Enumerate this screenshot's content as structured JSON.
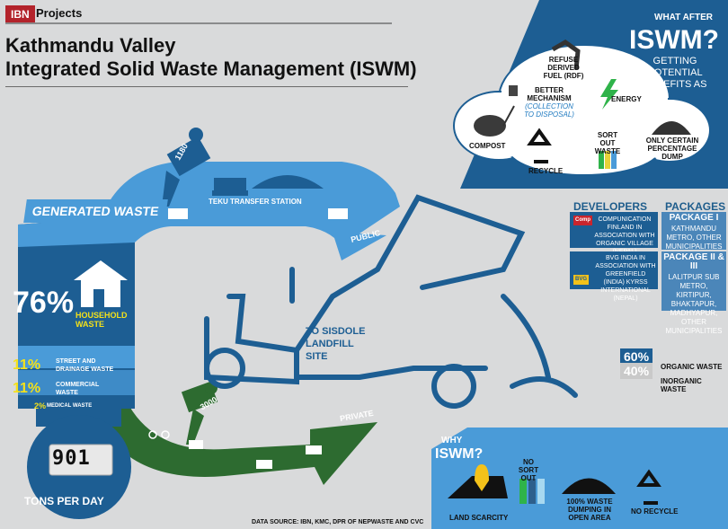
{
  "header": {
    "brand": "IBN",
    "section": "Projects"
  },
  "title": {
    "line1": "Kathmandu Valley",
    "line2": "Integrated Solid Waste Management (ISWM)"
  },
  "benefits": {
    "what_after": "WHAT AFTER",
    "iswm": "ISWM?",
    "getting": "GETTING  POTENTIAL BENEFITS AS",
    "items": {
      "rdf": "REFUSE DERIVED FUEL (RDF)",
      "better": "BETTER MECHANISM",
      "better_sub": "(COLLECTION TO DISPOSAL)",
      "energy": "ENERGY",
      "compost": "COMPOST",
      "sort": "SORT OUT WASTE",
      "dump": "ONLY CERTAIN PERCENTAGE DUMP",
      "recycle": "RECYCLE"
    }
  },
  "developers": {
    "head": "DEVELOPERS",
    "pkg_head": "PACKAGES",
    "dev1_logo": "Comp",
    "dev1": "COMPUNICATION FINLAND IN ASSOCIATION WITH ORGANIC VILLAGE (NEPAL)",
    "dev2_logo": "BVG",
    "dev2": "BVG INDIA IN ASSOCIATION WITH GREENFIELD (INDIA) KYRSS INTERNATIONAL (NEPAL)",
    "pkg1_title": "PACKAGE I",
    "pkg1": "KATHMANDU METRO, OTHER MUNICIPALITIES",
    "pkg2_title": "PACKAGE II & III",
    "pkg2": "LALITPUR SUB METRO, KIRTIPUR, BHAKTAPUR, MADHYAPUR, OTHER MUNICIPALITIES"
  },
  "composition": {
    "organic_pct": "60%",
    "organic": "ORGANIC WASTE",
    "inorganic_pct": "40%",
    "inorganic": "INORGANIC WASTE"
  },
  "why": {
    "why": "WHY",
    "iswm": "ISWM?",
    "land": "LAND SCARCITY",
    "nosort": "NO SORT OUT",
    "dumping": "100% WASTE DUMPING IN OPEN AREA",
    "norecycle": "NO RECYCLE"
  },
  "generated": {
    "banner": "GENERATED WASTE",
    "household_pct": "76%",
    "household": "HOUSEHOLD WASTE",
    "street_pct": "11%",
    "street": "STREET AND DRAINAGE WASTE",
    "commercial_pct": "11%",
    "commercial": "COMMERCIAL WASTE",
    "medical_pct": "2%",
    "medical": "MEDICAL WASTE",
    "scale_value": "901",
    "tons": "TONS PER DAY"
  },
  "flow": {
    "teku": "TEKU TRANSFER STATION",
    "public": "PUBLIC",
    "private": "PRIVATE",
    "public_count": "1180",
    "private_count": "3000",
    "destination": "TO SISDOLE LANDFILL SITE"
  },
  "source": "DATA SOURCE: IBN, KMC, DPR OF NEPWASTE AND CVC",
  "colors": {
    "blue_dark": "#1d5e93",
    "blue_light": "#4a9bd8",
    "green": "#2d6b30",
    "red": "#b3232b",
    "yellow": "#f4e11a"
  }
}
